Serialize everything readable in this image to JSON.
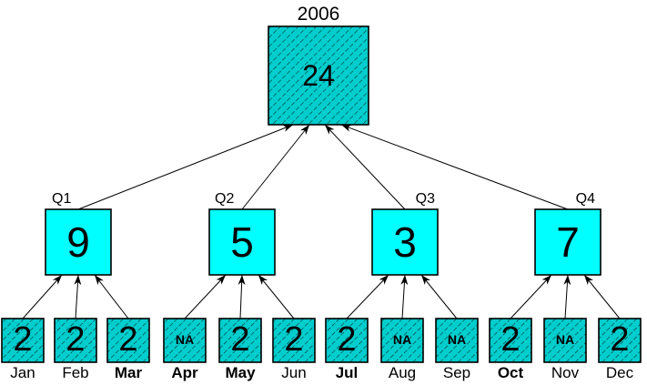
{
  "diagram": {
    "title": "2006",
    "year": {
      "label": "2006",
      "value": "24"
    },
    "quarters": [
      {
        "label": "Q1",
        "value": "9"
      },
      {
        "label": "Q2",
        "value": "5"
      },
      {
        "label": "Q3",
        "value": "3"
      },
      {
        "label": "Q4",
        "value": "7"
      }
    ],
    "months": [
      {
        "label": "Jan",
        "value": "2",
        "weight": "normal"
      },
      {
        "label": "Feb",
        "value": "2",
        "weight": "normal"
      },
      {
        "label": "Mar",
        "value": "2",
        "weight": "bold"
      },
      {
        "label": "Apr",
        "value": "NA",
        "weight": "bold"
      },
      {
        "label": "May",
        "value": "2",
        "weight": "bold"
      },
      {
        "label": "Jun",
        "value": "2",
        "weight": "normal"
      },
      {
        "label": "Jul",
        "value": "2",
        "weight": "bold"
      },
      {
        "label": "Aug",
        "value": "NA",
        "weight": "normal"
      },
      {
        "label": "Sep",
        "value": "NA",
        "weight": "normal"
      },
      {
        "label": "Oct",
        "value": "2",
        "weight": "bold"
      },
      {
        "label": "Nov",
        "value": "NA",
        "weight": "normal"
      },
      {
        "label": "Dec",
        "value": "2",
        "weight": "normal"
      }
    ],
    "colors": {
      "solid_box": "#00ffff",
      "hatch_base": "#00cdcd",
      "hatch_line": "#0b2b2b",
      "stroke": "#000000"
    }
  }
}
